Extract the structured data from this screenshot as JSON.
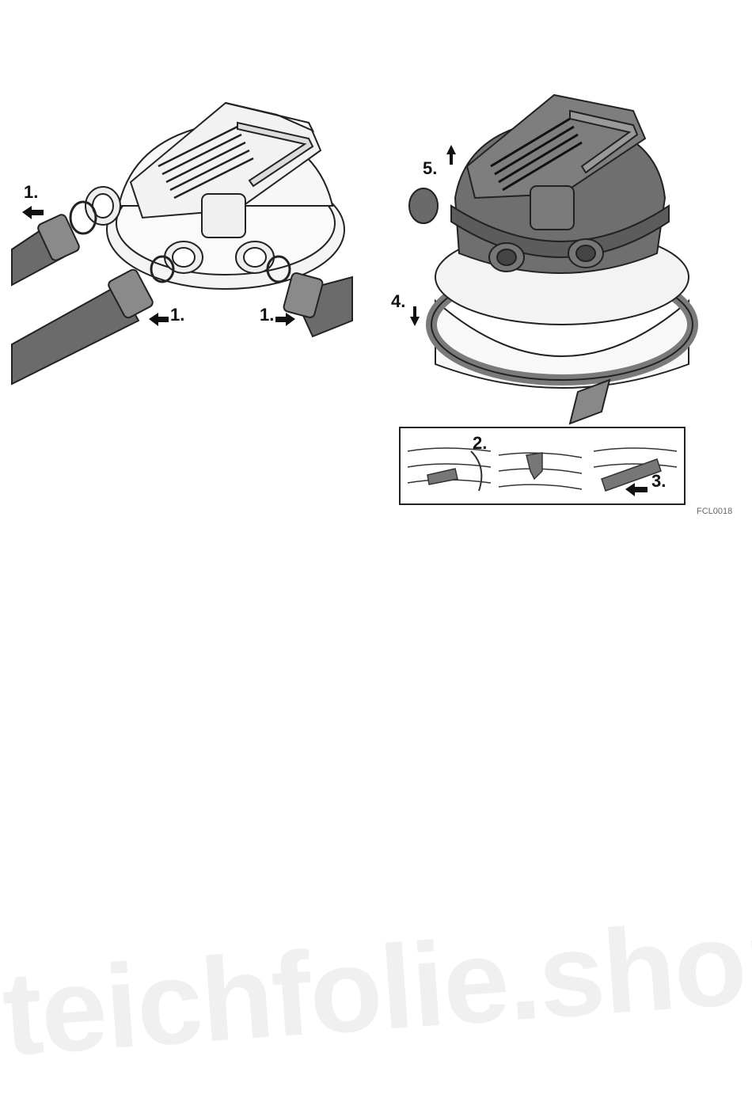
{
  "figure_left": {
    "steps": {
      "top_left": "1.",
      "bottom_center": "1.",
      "bottom_right": "1."
    }
  },
  "figure_right": {
    "steps": {
      "lid": "5.",
      "ring": "4.",
      "inset_rotate": "2.",
      "inset_pull": "3."
    }
  },
  "figure_code": "FCL0018",
  "watermark": "teichfolie.shop",
  "colors": {
    "line": "#222222",
    "body_dark": "#6a6a6a",
    "body_mid": "#8c8c8c",
    "light": "#f4f4f4",
    "watermark": "#f0f0f0"
  }
}
